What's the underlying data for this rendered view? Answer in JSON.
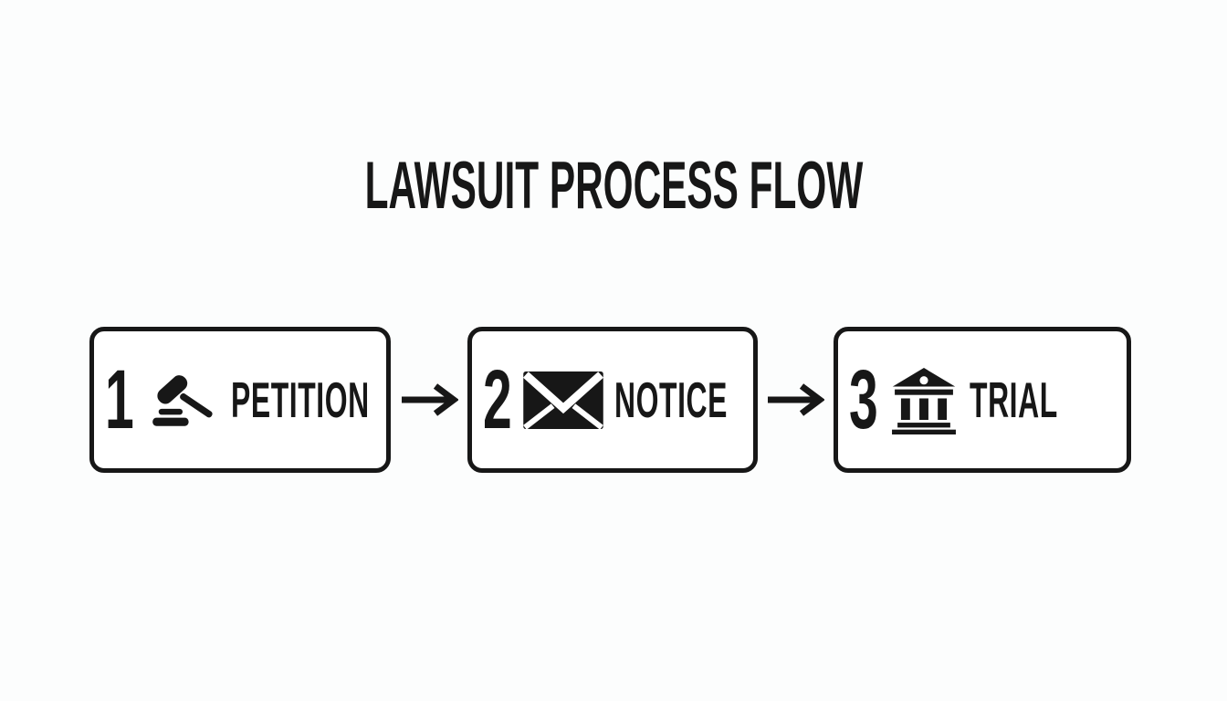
{
  "title": "LAWSUIT PROCESS FLOW",
  "colors": {
    "background": "#fcfdfd",
    "ink": "#171717",
    "box_fill": "#ffffff"
  },
  "flow": {
    "steps": [
      {
        "number": "1",
        "label": "PETITION",
        "icon": "gavel-icon"
      },
      {
        "number": "2",
        "label": "NOTICE",
        "icon": "envelope-icon"
      },
      {
        "number": "3",
        "label": "TRIAL",
        "icon": "courthouse-icon"
      }
    ],
    "connectors": [
      {
        "icon": "arrow-right-icon"
      },
      {
        "icon": "arrow-right-icon"
      }
    ]
  }
}
